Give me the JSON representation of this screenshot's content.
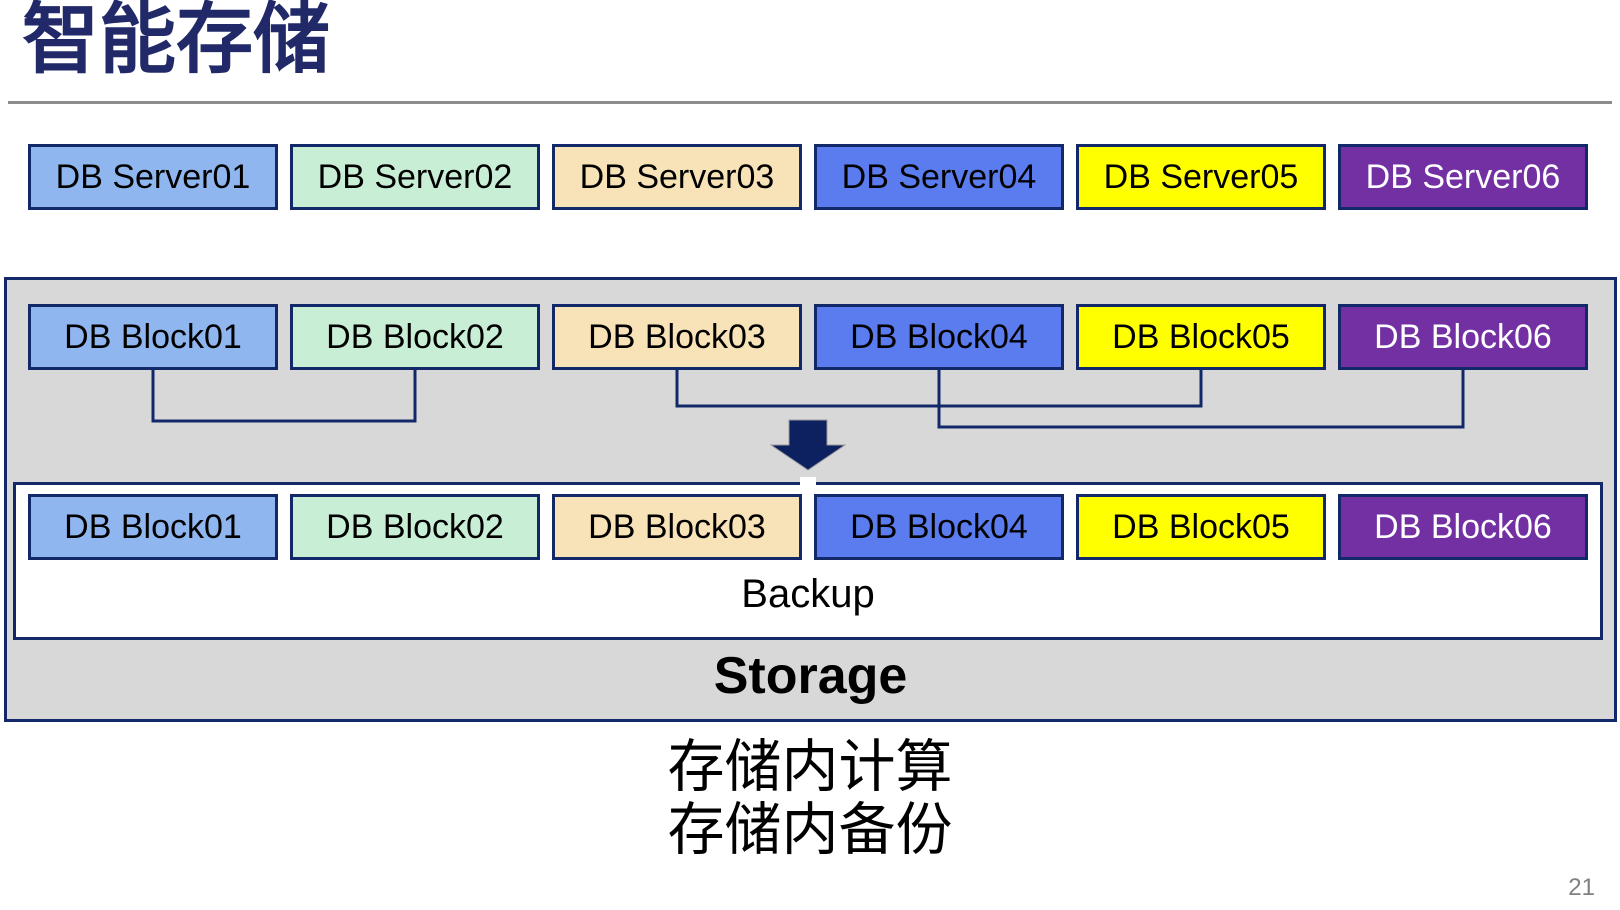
{
  "page": {
    "title": "智能存储",
    "caption_line1": "存储内计算",
    "caption_line2": "存储内备份",
    "page_number": "21"
  },
  "colors": {
    "title_text": "#212968",
    "box_border": "#132868",
    "connector_line": "#132868",
    "arrow_fill": "#0D2060",
    "storage_fill": "#D8D8D8",
    "panel_fill": "#FFFFFF",
    "rule_gray": "#8C8C8C",
    "palette": [
      "#8FB6EE",
      "#C8EFD5",
      "#F8E2B7",
      "#5B7CEF",
      "#FFFF00",
      "#7230A3"
    ]
  },
  "servers": [
    {
      "label": "DB Server01",
      "fill": "#8FB6EE",
      "text_color": "#000000"
    },
    {
      "label": "DB Server02",
      "fill": "#C8EFD5",
      "text_color": "#000000"
    },
    {
      "label": "DB Server03",
      "fill": "#F8E2B7",
      "text_color": "#000000"
    },
    {
      "label": "DB Server04",
      "fill": "#5B7CEF",
      "text_color": "#000000"
    },
    {
      "label": "DB Server05",
      "fill": "#FFFF00",
      "text_color": "#000000"
    },
    {
      "label": "DB Server06",
      "fill": "#7230A3",
      "text_color": "#FFFFFF"
    }
  ],
  "storage_unit": {
    "blocks_top": [
      {
        "label": "DB Block01",
        "fill": "#8FB6EE",
        "text_color": "#000000"
      },
      {
        "label": "DB Block02",
        "fill": "#C8EFD5",
        "text_color": "#000000"
      },
      {
        "label": "DB Block03",
        "fill": "#F8E2B7",
        "text_color": "#000000"
      },
      {
        "label": "DB Block04",
        "fill": "#5B7CEF",
        "text_color": "#000000"
      },
      {
        "label": "DB Block05",
        "fill": "#FFFF00",
        "text_color": "#000000"
      },
      {
        "label": "DB Block06",
        "fill": "#7230A3",
        "text_color": "#FFFFFF"
      }
    ],
    "blocks_bottom": [
      {
        "label": "DB Block01",
        "fill": "#8FB6EE",
        "text_color": "#000000"
      },
      {
        "label": "DB Block02",
        "fill": "#C8EFD5",
        "text_color": "#000000"
      },
      {
        "label": "DB Block03",
        "fill": "#F8E2B7",
        "text_color": "#000000"
      },
      {
        "label": "DB Block04",
        "fill": "#5B7CEF",
        "text_color": "#000000"
      },
      {
        "label": "DB Block05",
        "fill": "#FFFF00",
        "text_color": "#000000"
      },
      {
        "label": "DB Block06",
        "fill": "#7230A3",
        "text_color": "#FFFFFF"
      }
    ],
    "backup_label": "Backup",
    "storage_label": "Storage",
    "connections": [
      {
        "from": "DB Block01",
        "to": "DB Block02"
      },
      {
        "from": "DB Block03",
        "to": "DB Block05"
      },
      {
        "from": "DB Block04",
        "to": "DB Block06"
      }
    ]
  }
}
